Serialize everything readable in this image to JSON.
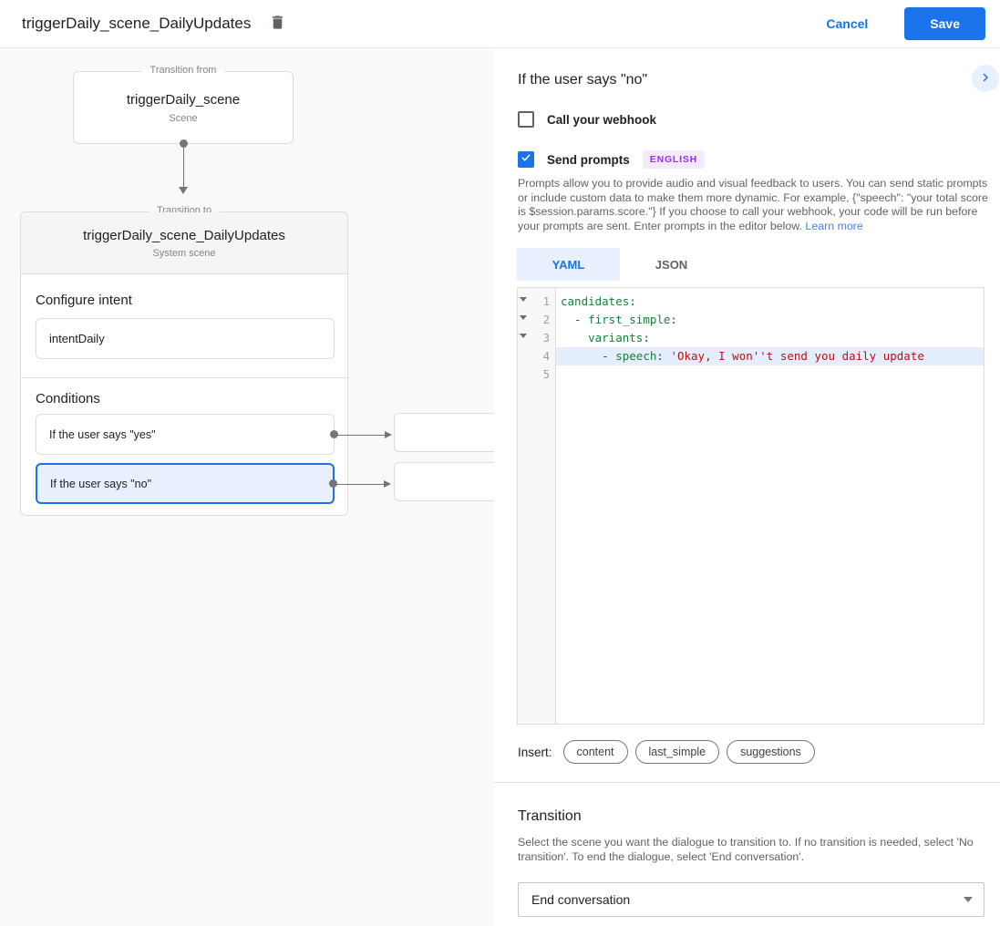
{
  "topbar": {
    "title": "triggerDaily_scene_DailyUpdates",
    "cancel_label": "Cancel",
    "save_label": "Save"
  },
  "diagram": {
    "from_node": {
      "legend": "Transition from",
      "title": "triggerDaily_scene",
      "subtitle": "Scene"
    },
    "to_node": {
      "legend": "Transition to",
      "title": "triggerDaily_scene_DailyUpdates",
      "subtitle": "System scene",
      "configure_intent_label": "Configure intent",
      "intent_value": "intentDaily",
      "conditions_label": "Conditions",
      "conditions": [
        {
          "label": "If the user says \"yes\"",
          "selected": false
        },
        {
          "label": "If the user says \"no\"",
          "selected": true
        }
      ]
    }
  },
  "panel": {
    "title": "If the user says \"no\"",
    "webhook_checkbox": {
      "label": "Call your webhook",
      "checked": false
    },
    "prompts_checkbox": {
      "label": "Send prompts",
      "checked": true,
      "badge": "ENGLISH"
    },
    "description": "Prompts allow you to provide audio and visual feedback to users. You can send static prompts or include custom data to make them more dynamic. For example, {\"speech\": \"your total score is $session.params.score.\"} If you choose to call your webhook, your code will be run before your prompts are sent. Enter prompts in the editor below. ",
    "learn_more_label": "Learn more",
    "tabs": [
      {
        "label": "YAML",
        "active": true
      },
      {
        "label": "JSON",
        "active": false
      }
    ],
    "editor": {
      "lines": [
        {
          "num": "1",
          "fold": true,
          "active": false,
          "tokens": [
            {
              "t": "key",
              "v": "candidates"
            },
            {
              "t": "p",
              "v": ":"
            }
          ]
        },
        {
          "num": "2",
          "fold": true,
          "active": false,
          "tokens": [
            {
              "t": "p",
              "v": "  - "
            },
            {
              "t": "key",
              "v": "first_simple"
            },
            {
              "t": "p",
              "v": ":"
            }
          ]
        },
        {
          "num": "3",
          "fold": true,
          "active": false,
          "tokens": [
            {
              "t": "p",
              "v": "    "
            },
            {
              "t": "key",
              "v": "variants"
            },
            {
              "t": "p",
              "v": ":"
            }
          ]
        },
        {
          "num": "4",
          "fold": false,
          "active": true,
          "tokens": [
            {
              "t": "p",
              "v": "      - "
            },
            {
              "t": "key",
              "v": "speech"
            },
            {
              "t": "p",
              "v": ": "
            },
            {
              "t": "str",
              "v": "'Okay, I won''t send you daily update"
            }
          ]
        },
        {
          "num": "5",
          "fold": false,
          "active": false,
          "tokens": []
        }
      ]
    },
    "insert_label": "Insert:",
    "insert_chips": [
      "content",
      "last_simple",
      "suggestions"
    ],
    "transition": {
      "title": "Transition",
      "description": "Select the scene you want the dialogue to transition to. If no transition is needed, select 'No transition'. To end the dialogue, select 'End conversation'.",
      "selected_value": "End conversation"
    }
  },
  "colors": {
    "accent": "#1a73e8",
    "selection_bg": "#e8f0fe",
    "badge_bg": "#f4eafb",
    "badge_text": "#9334e6",
    "code_key": "#188038",
    "code_string": "#b31412"
  }
}
